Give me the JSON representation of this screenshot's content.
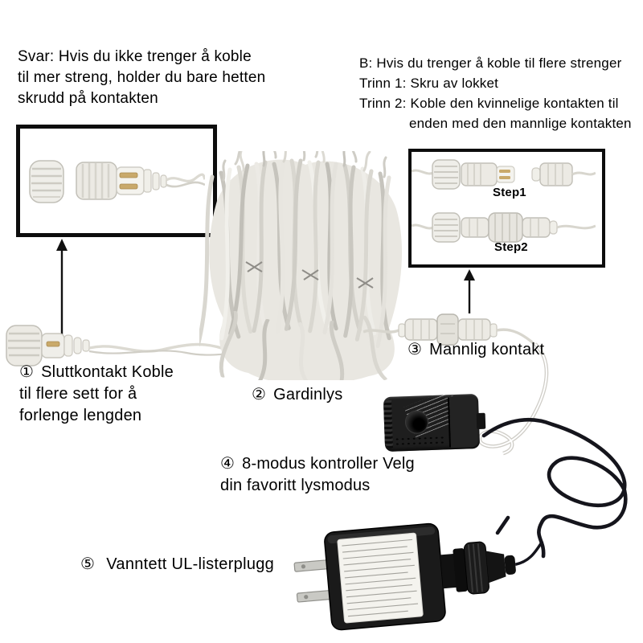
{
  "page": {
    "background": "#ffffff",
    "text_color": "#000000"
  },
  "notes": {
    "a": {
      "lines": [
        "Svar: Hvis du ikke trenger å koble",
        "til mer streng, holder du bare hetten",
        "skrudd på kontakten"
      ]
    },
    "b": {
      "lines": [
        "B: Hvis du trenger å koble til flere strenger",
        "Trinn 1: Skru av lokket",
        "Trinn 2: Koble den kvinnelige kontakten til",
        "enden med den mannlige kontakten"
      ]
    }
  },
  "inset_right": {
    "step1": "Step1",
    "step2": "Step2"
  },
  "items": {
    "one": {
      "num": "①",
      "lines": [
        "Sluttkontakt Koble",
        "til flere sett for å",
        "forlenge lengden"
      ]
    },
    "two": {
      "num": "②",
      "label": "Gardinlys"
    },
    "three": {
      "num": "③",
      "label": "Mannlig kontakt"
    },
    "four": {
      "num": "④",
      "lines": [
        "8-modus kontroller Velg",
        "din favoritt lysmodus"
      ]
    },
    "five": {
      "num": "⑤",
      "label": "Vanntett UL-listerplugg"
    }
  },
  "colors": {
    "box_border": "#0d0d0d",
    "connector_plastic": "#eceae4",
    "wire_light": "#d8d6ce",
    "device_black": "#1c1c1c",
    "wire_dark": "#15151c",
    "gold_pin": "#c9a96a"
  }
}
